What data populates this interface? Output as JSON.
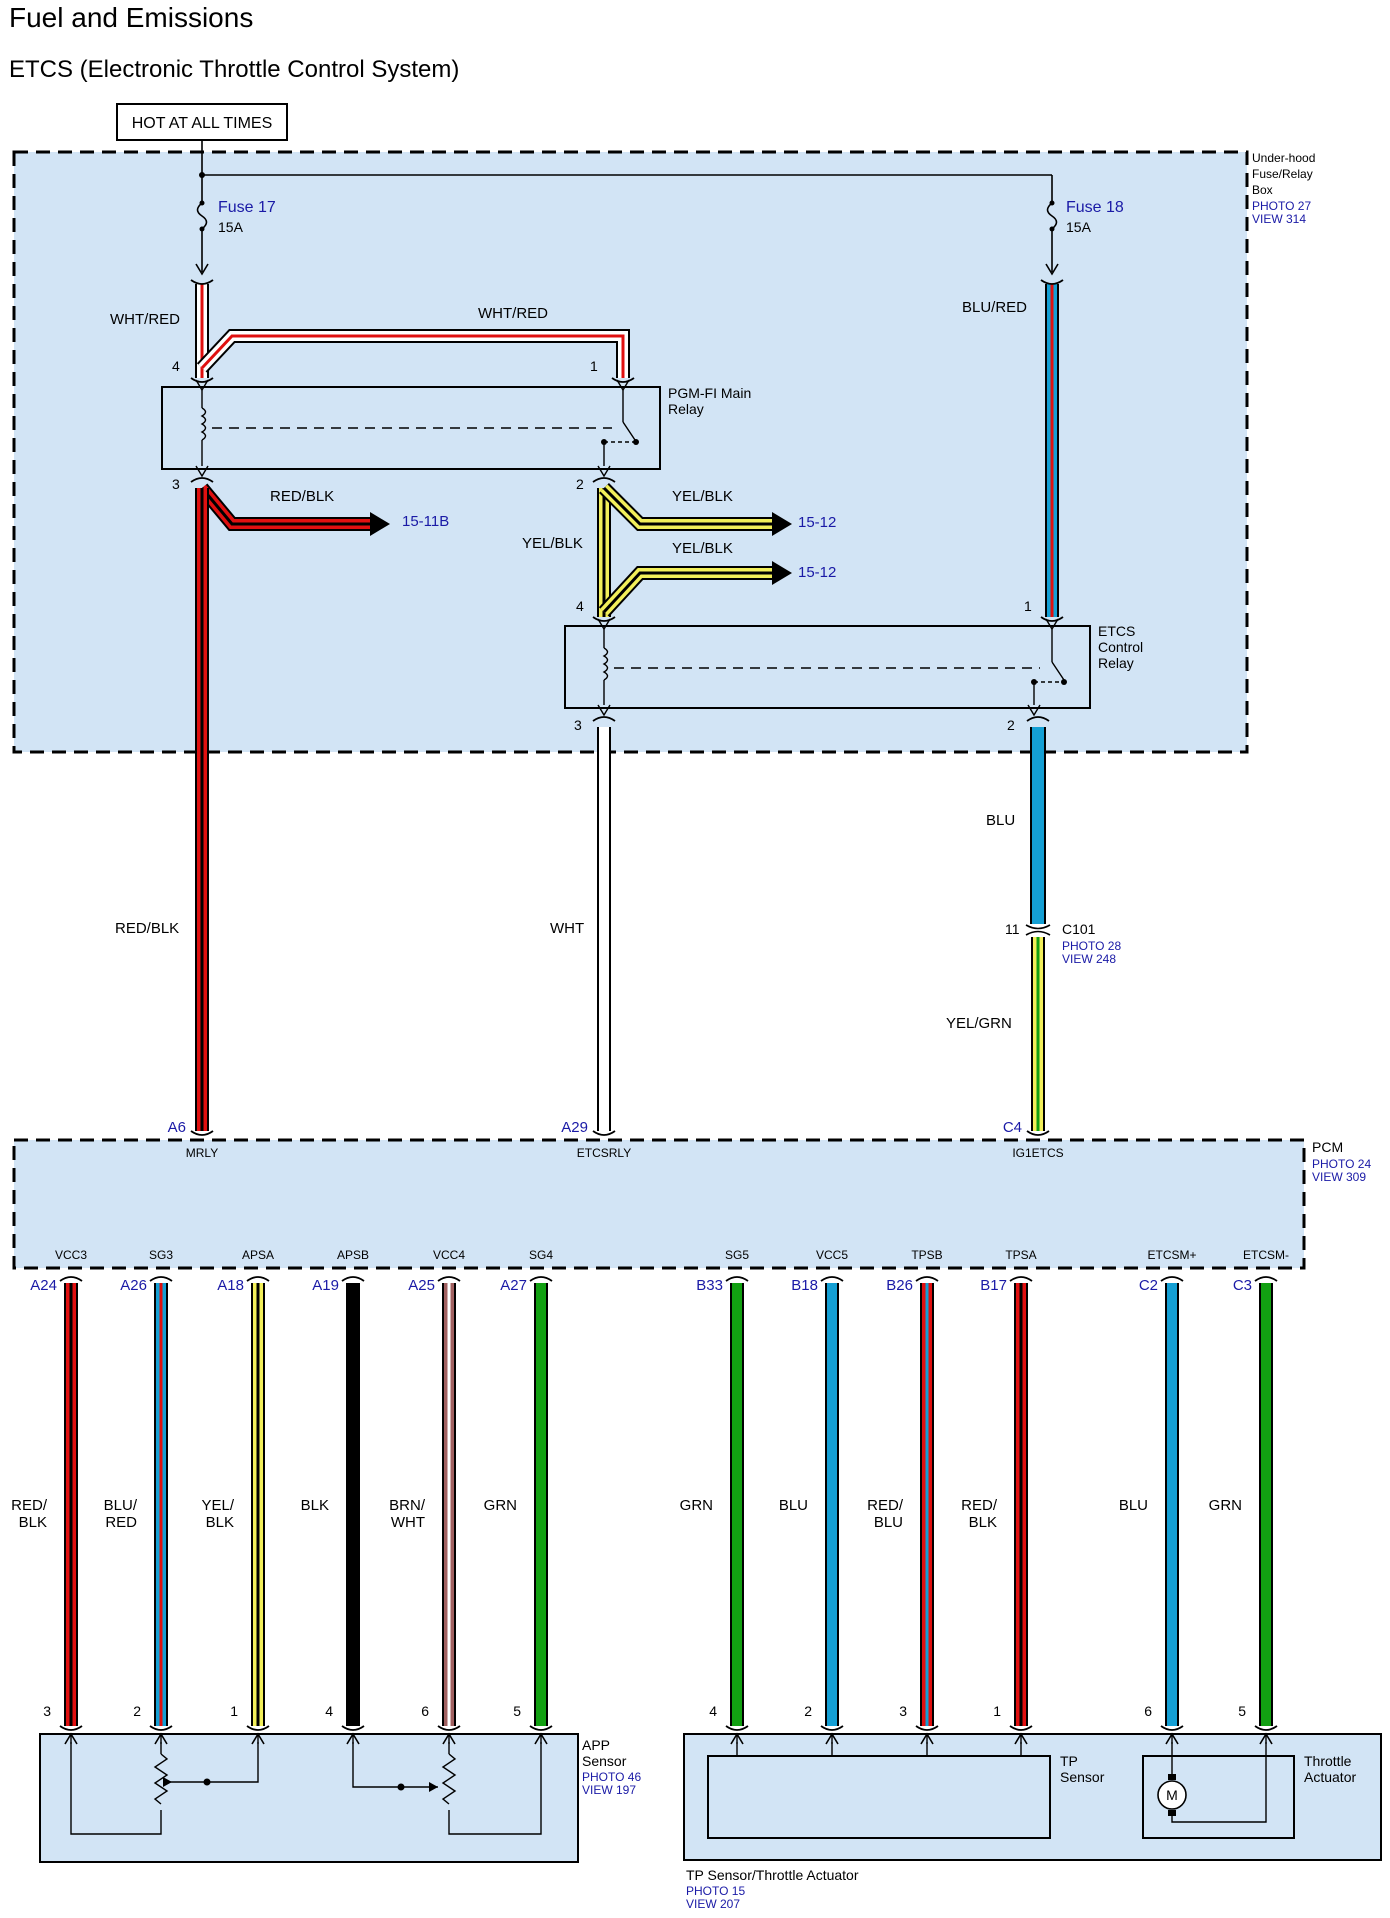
{
  "page": {
    "title": "Fuel and Emissions",
    "subtitle": "ETCS (Electronic Throttle Control System)"
  },
  "colors": {
    "WHT": "#ffffff",
    "RED": "#e01010",
    "BLK": "#000000",
    "BLU": "#149fd4",
    "YEL": "#f2ef5a",
    "GRN": "#12a012",
    "BRN": "#a06060",
    "box_fill": "#d2e4f5",
    "ref_text": "#1a1aa6"
  },
  "power": {
    "label": "HOT AT ALL TIMES"
  },
  "underhood_box": {
    "name": "Under-hood Fuse/Relay Box",
    "photo": "PHOTO 27",
    "view": "VIEW 314"
  },
  "fuses": [
    {
      "id": "fuse17",
      "name": "Fuse 17",
      "rating": "15A"
    },
    {
      "id": "fuse18",
      "name": "Fuse 18",
      "rating": "15A"
    }
  ],
  "main_relay": {
    "name": "PGM-FI Main Relay",
    "pins": [
      "4",
      "1",
      "3",
      "2"
    ]
  },
  "etcs_relay": {
    "name": "ETCS Control Relay",
    "pins": [
      "4",
      "1",
      "3",
      "2"
    ]
  },
  "upper_wires": [
    {
      "id": "w-fuse17-mr4",
      "label": "WHT/RED",
      "base": "WHT",
      "stripe": "RED"
    },
    {
      "id": "w-fuse17-mr1",
      "label": "WHT/RED",
      "base": "WHT",
      "stripe": "RED"
    },
    {
      "id": "w-fuse18-er1",
      "label": "BLU/RED",
      "base": "BLU",
      "stripe": "RED"
    },
    {
      "id": "w-mr3-branch",
      "label": "RED/BLK",
      "base": "RED",
      "stripe": "BLK",
      "ref": "15-11B"
    },
    {
      "id": "w-mr2-er4",
      "label": "YEL/BLK",
      "base": "YEL",
      "stripe": "BLK"
    },
    {
      "id": "w-branch-1",
      "label": "YEL/BLK",
      "base": "YEL",
      "stripe": "BLK",
      "ref": "15-12"
    },
    {
      "id": "w-branch-2",
      "label": "YEL/BLK",
      "base": "YEL",
      "stripe": "BLK",
      "ref": "15-12"
    },
    {
      "id": "w-mr3-pcm",
      "label": "RED/BLK",
      "base": "RED",
      "stripe": "BLK"
    },
    {
      "id": "w-er3-pcm",
      "label": "WHT",
      "base": "WHT"
    },
    {
      "id": "w-er2-c101",
      "label": "BLU",
      "base": "BLU"
    },
    {
      "id": "w-c101-pcm",
      "label": "YEL/GRN",
      "base": "YEL",
      "stripe": "GRN"
    }
  ],
  "c101": {
    "name": "C101",
    "pin": "11",
    "photo": "PHOTO 28",
    "view": "VIEW 248"
  },
  "pcm": {
    "name": "PCM",
    "photo": "PHOTO 24",
    "view": "VIEW 309",
    "top_pins": [
      {
        "pin": "A6",
        "signal": "MRLY"
      },
      {
        "pin": "A29",
        "signal": "ETCSRLY"
      },
      {
        "pin": "C4",
        "signal": "IG1ETCS"
      }
    ],
    "bottom_pins": [
      {
        "pin": "A24",
        "signal": "VCC3",
        "label": "RED/\nBLK",
        "base": "RED",
        "stripe": "BLK",
        "end_pin": "3"
      },
      {
        "pin": "A26",
        "signal": "SG3",
        "label": "BLU/\nRED",
        "base": "BLU",
        "stripe": "RED",
        "end_pin": "2"
      },
      {
        "pin": "A18",
        "signal": "APSA",
        "label": "YEL/\nBLK",
        "base": "YEL",
        "stripe": "BLK",
        "end_pin": "1"
      },
      {
        "pin": "A19",
        "signal": "APSB",
        "label": "BLK",
        "base": "BLK",
        "end_pin": "4"
      },
      {
        "pin": "A25",
        "signal": "VCC4",
        "label": "BRN/\nWHT",
        "base": "BRN",
        "stripe": "WHT",
        "end_pin": "6"
      },
      {
        "pin": "A27",
        "signal": "SG4",
        "label": "GRN",
        "base": "GRN",
        "end_pin": "5"
      },
      {
        "pin": "B33",
        "signal": "SG5",
        "label": "GRN",
        "base": "GRN",
        "end_pin": "4"
      },
      {
        "pin": "B18",
        "signal": "VCC5",
        "label": "BLU",
        "base": "BLU",
        "end_pin": "2"
      },
      {
        "pin": "B26",
        "signal": "TPSB",
        "label": "RED/\nBLU",
        "base": "RED",
        "stripe": "BLU",
        "end_pin": "3"
      },
      {
        "pin": "B17",
        "signal": "TPSA",
        "label": "RED/\nBLK",
        "base": "RED",
        "stripe": "BLK",
        "end_pin": "1"
      },
      {
        "pin": "C2",
        "signal": "ETCSM+",
        "label": "BLU",
        "base": "BLU",
        "end_pin": "6"
      },
      {
        "pin": "C3",
        "signal": "ETCSM-",
        "label": "GRN",
        "base": "GRN",
        "end_pin": "5"
      }
    ]
  },
  "app_sensor": {
    "name": "APP Sensor",
    "photo": "PHOTO 46",
    "view": "VIEW 197"
  },
  "tp_assembly": {
    "name": "TP Sensor/Throttle Actuator",
    "photo": "PHOTO 15",
    "view": "VIEW 207",
    "tp_sensor": "TP Sensor",
    "actuator": "Throttle Actuator",
    "motor_symbol": "M"
  }
}
